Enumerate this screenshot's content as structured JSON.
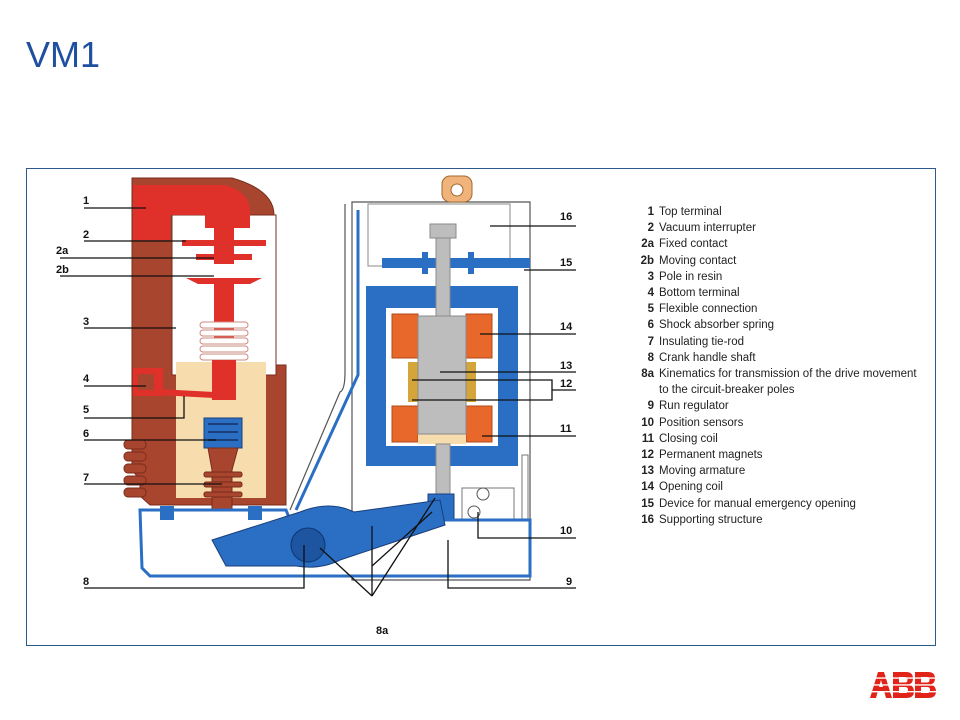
{
  "title": "VM1",
  "callouts": {
    "c1": "1",
    "c2": "2",
    "c2a": "2a",
    "c2b": "2b",
    "c3": "3",
    "c4": "4",
    "c5": "5",
    "c6": "6",
    "c7": "7",
    "c8": "8",
    "c8a": "8a",
    "c9": "9",
    "c10": "10",
    "c11": "11",
    "c12": "12",
    "c13": "13",
    "c14": "14",
    "c15": "15",
    "c16": "16"
  },
  "legend": [
    {
      "num": "1",
      "text": "Top terminal"
    },
    {
      "num": "2",
      "text": "Vacuum interrupter"
    },
    {
      "num": "2a",
      "text": "Fixed contact"
    },
    {
      "num": "2b",
      "text": "Moving contact"
    },
    {
      "num": "3",
      "text": "Pole in resin"
    },
    {
      "num": "4",
      "text": "Bottom terminal"
    },
    {
      "num": "5",
      "text": "Flexible connection"
    },
    {
      "num": "6",
      "text": "Shock absorber spring"
    },
    {
      "num": "7",
      "text": "Insulating tie-rod"
    },
    {
      "num": "8",
      "text": "Crank handle shaft"
    },
    {
      "num": "8a",
      "text": "Kinematics for transmission of the drive movement to the circuit-breaker poles"
    },
    {
      "num": "9",
      "text": "Run regulator"
    },
    {
      "num": "10",
      "text": "Position sensors"
    },
    {
      "num": "11",
      "text": "Closing coil"
    },
    {
      "num": "12",
      "text": "Permanent magnets"
    },
    {
      "num": "13",
      "text": "Moving armature"
    },
    {
      "num": "14",
      "text": "Opening coil"
    },
    {
      "num": "15",
      "text": "Device for manual emergency opening"
    },
    {
      "num": "16",
      "text": "Supporting structure"
    }
  ],
  "logo_text": "ABB",
  "colors": {
    "title": "#1f4fa0",
    "frame": "#2d5a8a",
    "resin": "#a8452e",
    "copper": "#e0302a",
    "blue": "#2a6fc4",
    "beige": "#f7dcae",
    "coil": "#e8672a",
    "grey": "#bdbdbd",
    "logo": "#e2231a"
  }
}
